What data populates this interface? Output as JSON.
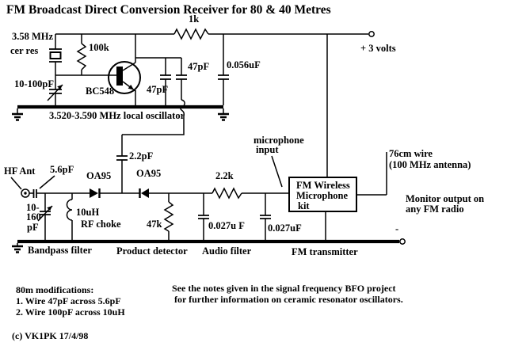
{
  "colors": {
    "ink": "#000000",
    "paper": "#ffffff"
  },
  "title": "FM Broadcast Direct Conversion Receiver for 80 & 40 Metres",
  "power": {
    "positive": "+ 3 volts",
    "negative": "-"
  },
  "oscillator": {
    "resonator_freq": "3.58 MHz",
    "resonator_type": "cer res",
    "trimmer": "10-100pF",
    "bias_resistor": "100k",
    "transistor": "BC548",
    "feedback_cap_lower": "47pF",
    "feedback_cap_upper": "47pF",
    "supply_resistor": "1k",
    "bypass_cap": "0.056uF",
    "caption": "3.520-3.590 MHz local oscillator"
  },
  "frontend": {
    "antenna": "HF Ant",
    "coupling_cap": "5.6pF",
    "tuning_cap_line1": "10-",
    "tuning_cap_line2": "160",
    "tuning_cap_line3": "pF",
    "choke_value": "10uH",
    "choke_name": "RF choke",
    "section": "Bandpass filter"
  },
  "detector": {
    "diode1": "OA95",
    "diode2": "OA95",
    "injection_cap": "2.2pF",
    "load_resistor": "47k",
    "section": "Product detector"
  },
  "audio": {
    "shunt_cap1": "0.027u F",
    "series_resistor": "2.2k",
    "shunt_cap2": "0.027uF",
    "section": "Audio filter"
  },
  "transmitter": {
    "mic_line1": "microphone",
    "mic_line2": "input",
    "box_line1": "FM Wireless",
    "box_line2": "Microphone",
    "box_line3": "kit",
    "antenna_line1": "76cm wire",
    "antenna_line2": "(100 MHz antenna)",
    "monitor_line1": "Monitor output on",
    "monitor_line2": "any FM radio",
    "section": "FM transmitter"
  },
  "notes": {
    "mods_title": "80m modifications:",
    "mod1": "1. Wire 47pF across 5.6pF",
    "mod2": "2. Wire 100pF across 10uH",
    "bfo_line1": "See the notes given in the signal frequency BFO project",
    "bfo_line2": "for further information on ceramic resonator oscillators.",
    "copyright": "(c) VK1PK  17/4/98"
  }
}
